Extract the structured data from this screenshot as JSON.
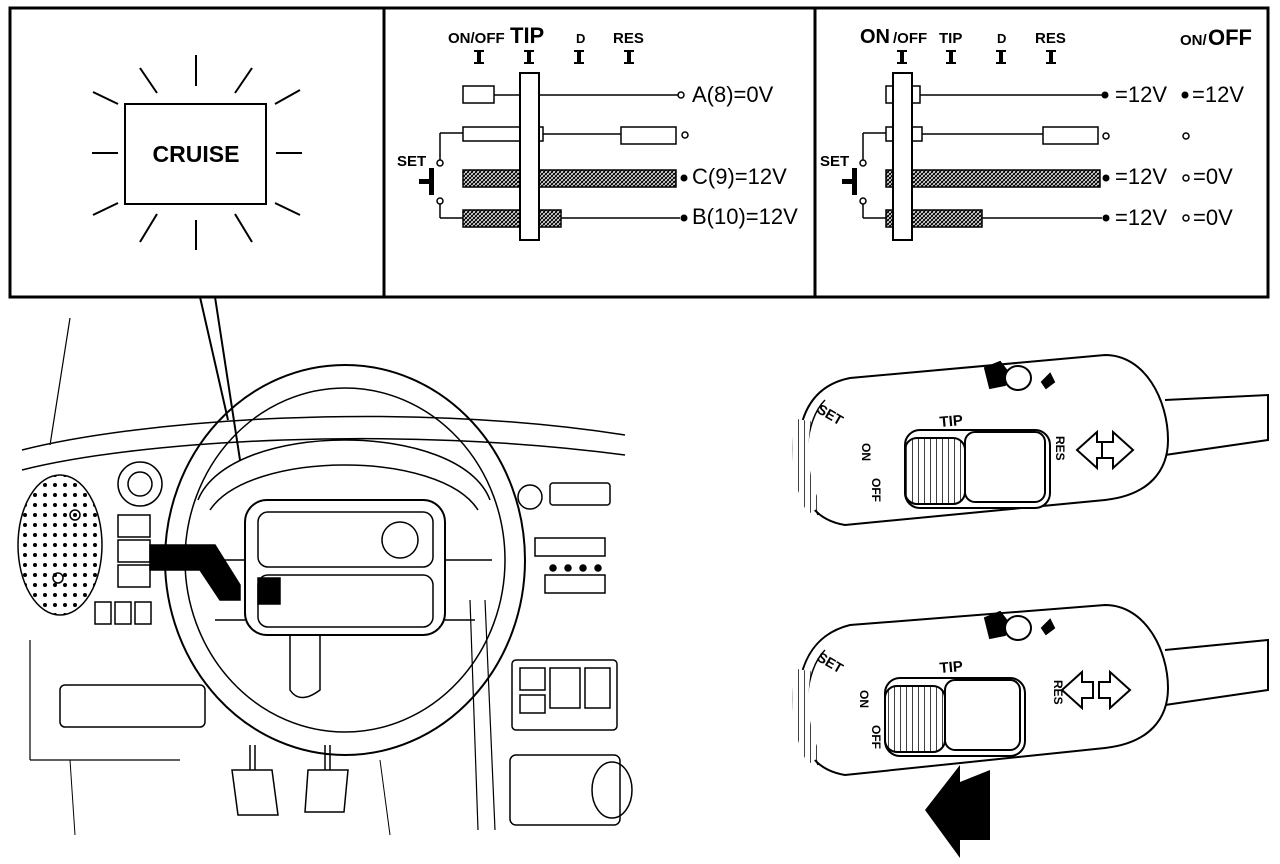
{
  "cruise_panel": {
    "lamp_label": "CRUISE"
  },
  "diagram_left": {
    "labels": {
      "onoff": "ON/OFF",
      "tip": "TIP",
      "d": "D",
      "res": "RES",
      "set": "SET"
    },
    "readings": {
      "a": "A(8)=0V",
      "c": "C(9)=12V",
      "b": "B(10)=12V"
    }
  },
  "diagram_right": {
    "labels": {
      "on": "ON",
      "off": "/OFF",
      "tip": "TIP",
      "d": "D",
      "res": "RES",
      "set": "SET",
      "on_small": "ON/",
      "off_big": "OFF"
    },
    "col1": {
      "r1": "=12V",
      "r3": "=12V",
      "r4": "=12V"
    },
    "col2": {
      "r1": "=12V",
      "r3": "=0V",
      "r4": "=0V"
    }
  },
  "stalks": {
    "upper": {
      "set": "SET",
      "tip": "TIP",
      "on": "ON",
      "off": "OFF",
      "res": "RES"
    },
    "lower": {
      "set": "SET",
      "tip": "TIP",
      "on": "ON",
      "off": "OFF",
      "res": "RES"
    }
  }
}
